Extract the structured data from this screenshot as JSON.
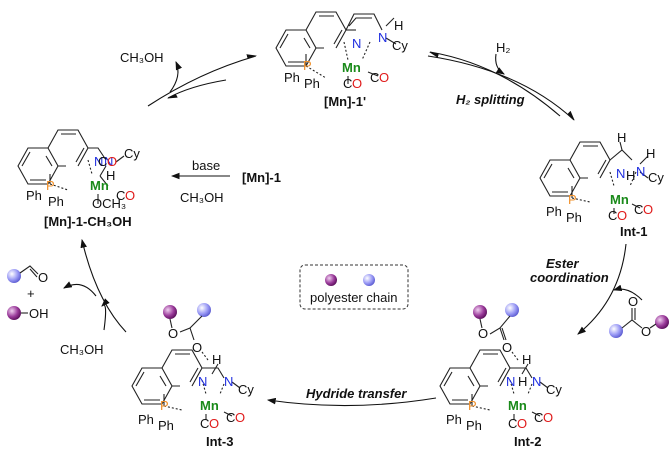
{
  "colors": {
    "nitrogen": "#1f2ee0",
    "phosphorus": "#f0902a",
    "manganese": "#1a8a1a",
    "oxygen": "#e01b1b",
    "purple_sphere": "#8a2a8a",
    "blue_sphere": "#8c8cf0"
  },
  "complexes": {
    "mn1_prime": {
      "label": "[Mn]-1'",
      "amine": "N",
      "cy": "Cy",
      "h": "H",
      "metal": "Mn",
      "ph1": "Ph",
      "ph2": "Ph",
      "p": "P",
      "n": "N",
      "co_c": "C",
      "co_o": "O"
    },
    "mn1_ch3oh": {
      "label": "[Mn]-1-CH₃OH",
      "amine": "N",
      "cy": "Cy",
      "h": "H",
      "metal": "Mn",
      "ph1": "Ph",
      "ph2": "Ph",
      "p": "P",
      "n": "N",
      "och3": "OCH₃",
      "co_c": "C",
      "co_o": "O"
    },
    "int1": {
      "label": "Int-1",
      "amine": "N",
      "cy": "Cy",
      "h": "H",
      "metal": "Mn",
      "ph1": "Ph",
      "ph2": "Ph",
      "p": "P",
      "n": "N",
      "co_c": "C",
      "co_o": "O"
    },
    "int2": {
      "label": "Int-2",
      "amine": "N",
      "cy": "Cy",
      "h": "H",
      "metal": "Mn",
      "ph1": "Ph",
      "ph2": "Ph",
      "p": "P",
      "n": "N",
      "o": "O",
      "co_c": "C",
      "co_o": "O"
    },
    "int3": {
      "label": "Int-3",
      "amine": "N",
      "cy": "Cy",
      "h": "H",
      "metal": "Mn",
      "ph1": "Ph",
      "ph2": "Ph",
      "p": "P",
      "n": "N",
      "o": "O",
      "co_c": "C",
      "co_o": "O"
    }
  },
  "steps": {
    "h2_splitting": "H₂ splitting",
    "h2_reagent": "H₂",
    "ester_coordination_1": "Ester",
    "ester_coordination_2": "coordination",
    "hydride_transfer": "Hydride transfer",
    "methanol_in": "CH₃OH",
    "methanol_out": "CH₃OH",
    "activation_reagent_top": "base",
    "activation_reagent_bottom": "CH₃OH",
    "precatalyst": "[Mn]-1"
  },
  "products": {
    "plus": "+",
    "aldehyde_o": "O",
    "alcohol": "OH"
  },
  "ester": {
    "o1": "O",
    "o2": "O"
  },
  "legend": {
    "label": "polyester chain"
  }
}
